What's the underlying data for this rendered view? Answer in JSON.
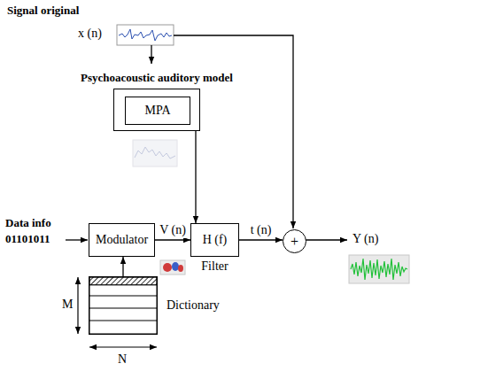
{
  "diagram": {
    "nodes": [
      {
        "text": [
          "Psychoacoustic auditory model"
        ]
      },
      {
        "text": [
          "MPA"
        ],
        "in": 0
      },
      {
        "text": [
          "Modulator"
        ]
      },
      {
        "text": [
          "H (f)",
          "Filter"
        ]
      },
      {
        "text": [
          "+"
        ]
      },
      {
        "text": [
          "Dictionary"
        ]
      }
    ],
    "edges": [
      {
        "from": 5,
        "to": 2,
        "arrow": "to"
      },
      {
        "from": 2,
        "to": 3,
        "label": "V (n)",
        "arrow": "to"
      },
      {
        "from": 0,
        "to": 3,
        "arrow": "to"
      },
      {
        "from": 3,
        "to": 4,
        "label": "t (n)",
        "arrow": "to"
      }
    ],
    "labels": [
      "Signal original",
      "x (n)",
      "Data info",
      "01101011",
      "Y (n)",
      "M",
      "N"
    ]
  }
}
